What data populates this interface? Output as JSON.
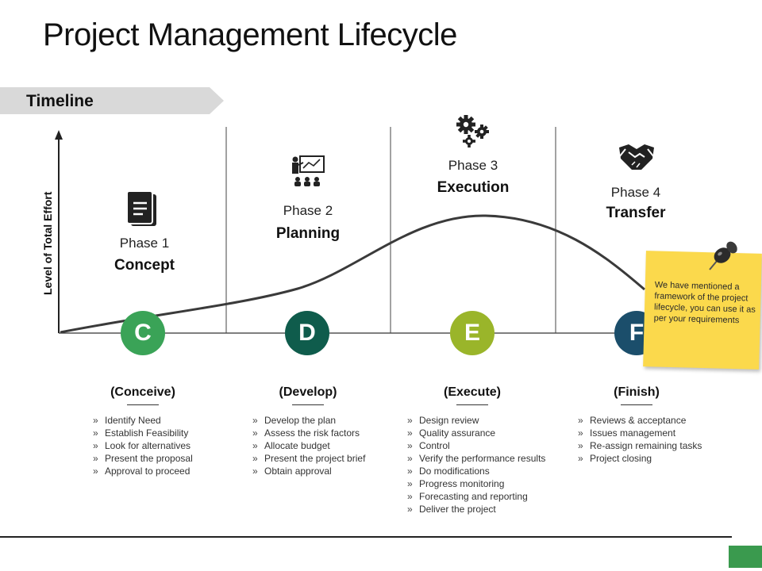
{
  "title": "Project Management Lifecycle",
  "timeline_label": "Timeline",
  "y_axis_label": "Level of Total Effort",
  "phases": [
    {
      "name": "Phase 1",
      "title": "Concept",
      "letter": "C",
      "color": "#3aa357",
      "stage": "(Conceive)",
      "items": [
        "Identify Need",
        "Establish Feasibility",
        "Look for alternatives",
        "Present the proposal",
        "Approval  to proceed"
      ]
    },
    {
      "name": "Phase 2",
      "title": "Planning",
      "letter": "D",
      "color": "#0f5c4c",
      "stage": "(Develop)",
      "items": [
        "Develop  the plan",
        "Assess  the risk factors",
        "Allocate budget",
        "Present  the project brief",
        "Obtain approval"
      ]
    },
    {
      "name": "Phase 3",
      "title": "Execution",
      "letter": "E",
      "color": "#9ab52a",
      "stage": "(Execute)",
      "items": [
        "Design review",
        "Quality assurance",
        "Control",
        "Verify  the performance  results",
        "Do modifications",
        "Progress monitoring",
        "Forecasting and reporting",
        "Deliver  the project"
      ]
    },
    {
      "name": "Phase 4",
      "title": "Transfer",
      "letter": "F",
      "color": "#1b4e6b",
      "stage": "(Finish)",
      "items": [
        "Reviews  & acceptance",
        "Issues management",
        "Re-assign remaining tasks",
        "Project closing"
      ]
    }
  ],
  "note_text": "We have mentioned a framework of the project lifecycle, you can use it as per your requirements",
  "colors": {
    "timeline_tab": "#d9d9d9",
    "note": "#fbd94c",
    "curve": "#3a3a3a",
    "corner_block": "#3a9a4e"
  },
  "icons": {
    "phase1": "document-icon",
    "phase2": "presentation-icon",
    "phase3": "gears-icon",
    "phase4": "handshake-icon",
    "note": "pushpin-icon"
  }
}
